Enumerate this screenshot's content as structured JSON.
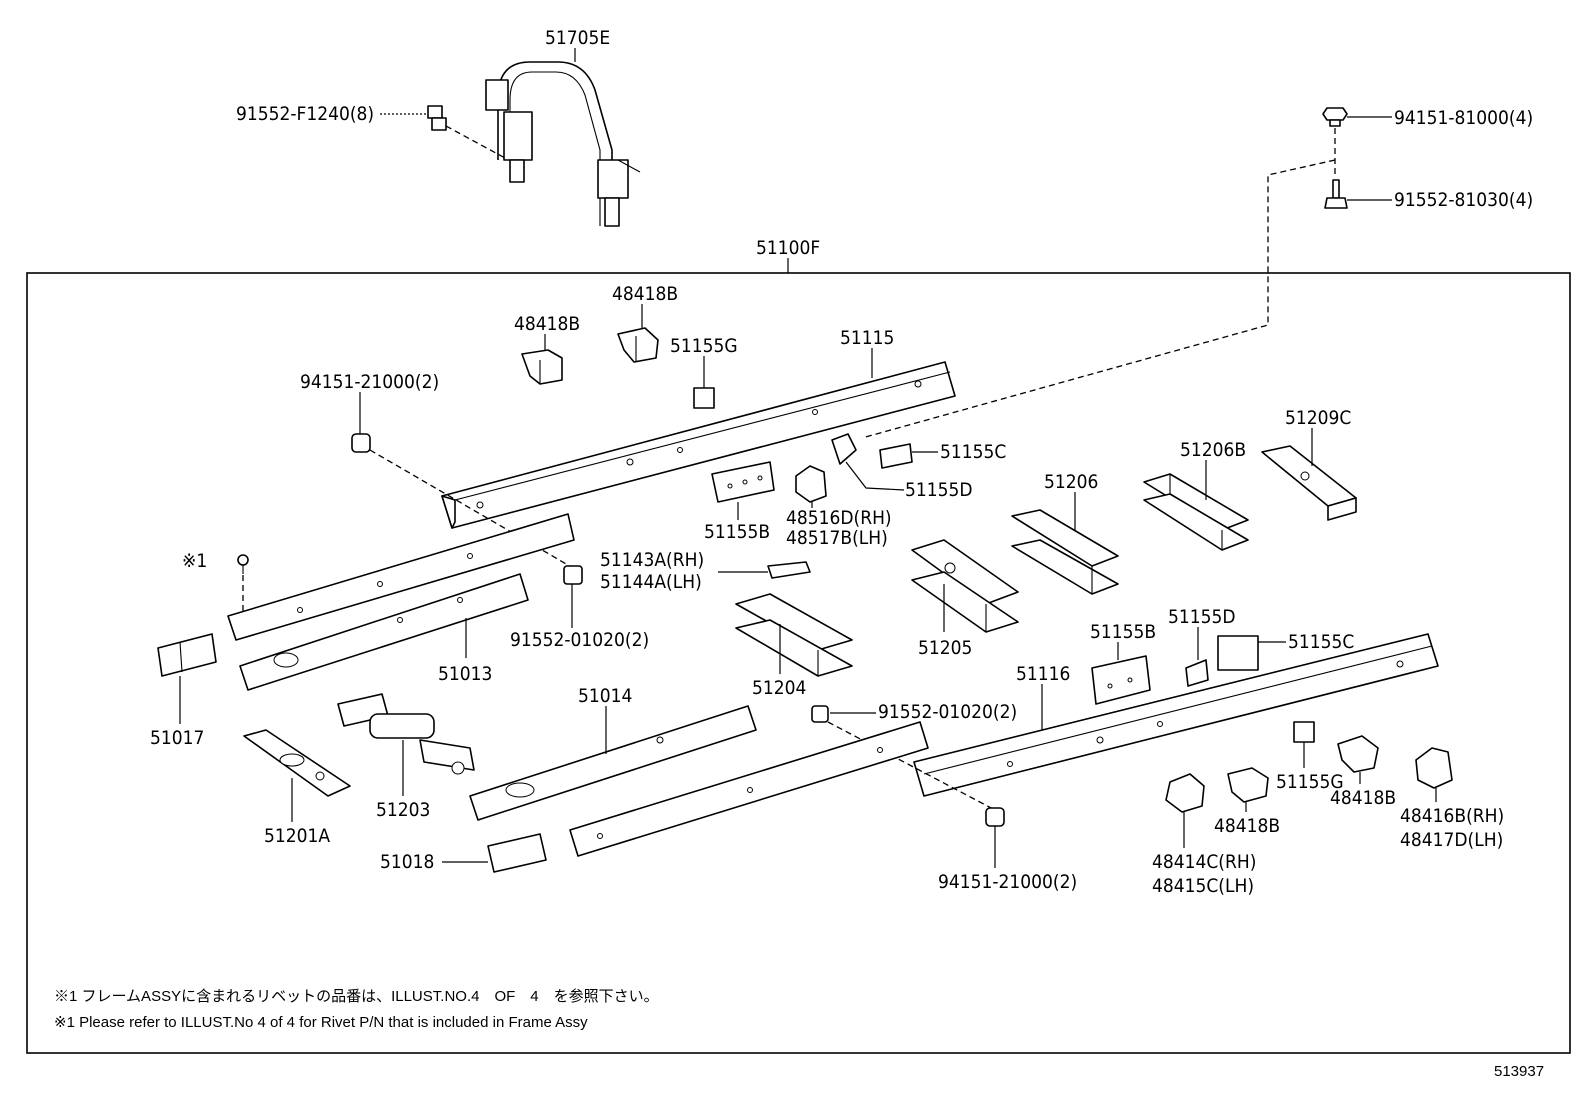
{
  "callouts": {
    "p51705E": "51705E",
    "p91552F1240": "91552-F1240(8)",
    "p9415181000": "94151-81000(4)",
    "p9155281030": "91552-81030(4)",
    "p51100F": "51100F",
    "p48418B_a": "48418B",
    "p48418B_b": "48418B",
    "p51155G_a": "51155G",
    "p51115": "51115",
    "p9415121000_a": "94151-21000(2)",
    "p51209C": "51209C",
    "p51155C_a": "51155C",
    "p51206B": "51206B",
    "p51155D_a": "51155D",
    "p51206": "51206",
    "p48516D": "48516D(RH)",
    "p48517B": "48517B(LH)",
    "p51155B_a": "51155B",
    "p51143A": "51143A(RH)",
    "p51144A": "51144A(LH)",
    "pNote1": "※1",
    "p9155201020_a": "91552-01020(2)",
    "p51013": "51013",
    "p51205": "51205",
    "p51155B_b": "51155B",
    "p51155D_b": "51155D",
    "p51155C_b": "51155C",
    "p51017": "51017",
    "p51116": "51116",
    "p51014": "51014",
    "p51204": "51204",
    "p9155201020_b": "91552-01020(2)",
    "p51155G_b": "51155G",
    "p48418B_c": "48418B",
    "p48418B_d": "48418B",
    "p48416B": "48416B(RH)",
    "p48417D": "48417D(LH)",
    "p51203": "51203",
    "p51201A": "51201A",
    "p51018": "51018",
    "p9415121000_b": "94151-21000(2)",
    "p48414C": "48414C(RH)",
    "p48415C": "48415C(LH)"
  },
  "notes": {
    "jp": "※1 フレームASSYに含まれるリベットの品番は、ILLUST.NO.4　OF　4　を参照下さい。",
    "en": "※1 Please refer to ILLUST.No 4 of 4 for Rivet P/N that is included in Frame Assy"
  },
  "illustration_number": "513937"
}
